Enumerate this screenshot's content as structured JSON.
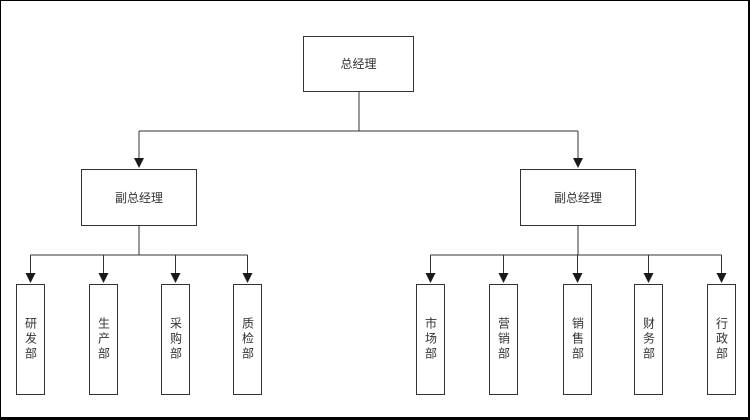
{
  "org_chart": {
    "root": {
      "label": "总经理"
    },
    "deputies": [
      {
        "label": "副总经理"
      },
      {
        "label": "副总经理"
      }
    ],
    "left_departments": [
      {
        "label": "研发部"
      },
      {
        "label": "生产部"
      },
      {
        "label": "采购部"
      },
      {
        "label": "质检部"
      }
    ],
    "right_departments": [
      {
        "label": "市场部"
      },
      {
        "label": "营销部"
      },
      {
        "label": "销售部"
      },
      {
        "label": "财务部"
      },
      {
        "label": "行政部"
      }
    ],
    "colors": {
      "background": "#ffffff",
      "canvas_border": "#000000",
      "box_border": "#333333",
      "box_fill": "#ffffff",
      "line": "#333333",
      "arrow": "#1a1a1a",
      "text": "#333333"
    }
  }
}
